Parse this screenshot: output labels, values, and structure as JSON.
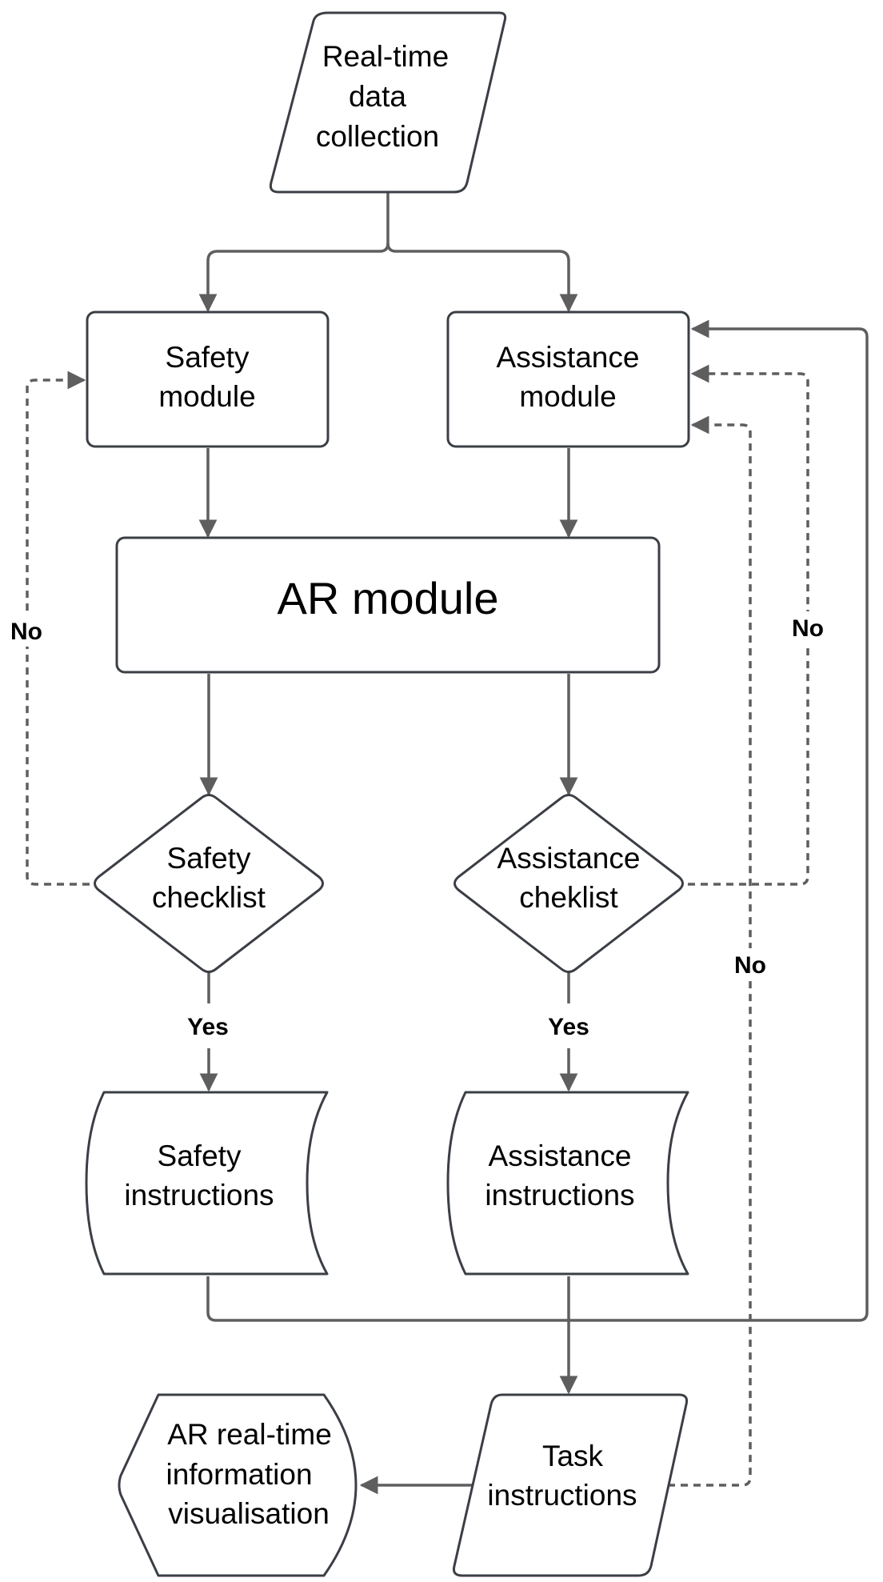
{
  "nodes": {
    "realtime": {
      "line1": "Real-time",
      "line2": "data",
      "line3": "collection"
    },
    "safety_module": {
      "line1": "Safety",
      "line2": "module"
    },
    "assistance_module": {
      "line1": "Assistance",
      "line2": "module"
    },
    "ar_module": {
      "label": "AR module"
    },
    "safety_checklist": {
      "line1": "Safety",
      "line2": "checklist"
    },
    "assistance_checklist": {
      "line1": "Assistance",
      "line2": "cheklist"
    },
    "safety_instructions": {
      "line1": "Safety",
      "line2": "instructions"
    },
    "assistance_instructions": {
      "line1": "Assistance",
      "line2": "instructions"
    },
    "task_instructions": {
      "line1": "Task",
      "line2": "instructions"
    },
    "ar_visualisation": {
      "line1": "AR real-time",
      "line2": "information",
      "line3": "visualisation"
    }
  },
  "edge_labels": {
    "safety_no": "No",
    "assistance_no": "No",
    "task_no": "No",
    "safety_yes": "Yes",
    "assistance_yes": "Yes"
  },
  "colors": {
    "shape_stroke": "#3b3f45",
    "edge": "#5e5e5e",
    "background": "#ffffff"
  }
}
